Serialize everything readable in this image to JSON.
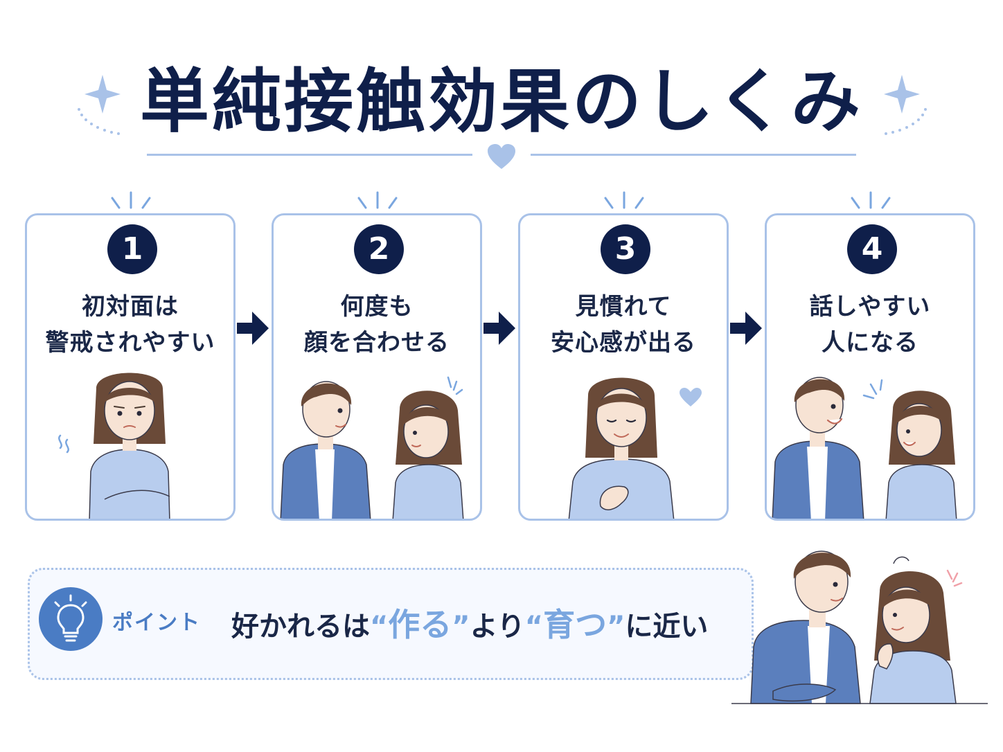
{
  "title": "単純接触効果のしくみ",
  "steps": [
    {
      "number": "1",
      "line1": "初対面は",
      "line2": "警戒されやすい"
    },
    {
      "number": "2",
      "line1": "何度も",
      "line2": "顔を合わせる"
    },
    {
      "number": "3",
      "line1": "見慣れて",
      "line2": "安心感が出る"
    },
    {
      "number": "4",
      "line1": "話しやすい",
      "line2": "人になる"
    }
  ],
  "point": {
    "label": "ポイント",
    "message": {
      "part1": "好かれるは",
      "open_quote": "“",
      "accent1": "作る",
      "close_quote": "”",
      "part2": "より",
      "accent2": "育つ",
      "part3": "に近い"
    }
  },
  "colors": {
    "navy": "#0f1f4a",
    "light_blue": "#a9c2e8",
    "accent_blue": "#4a7cc4",
    "sweater": "#b8cdee",
    "jacket": "#5b7fbd",
    "hair": "#6a4a38",
    "skin": "#f7e3d4"
  }
}
